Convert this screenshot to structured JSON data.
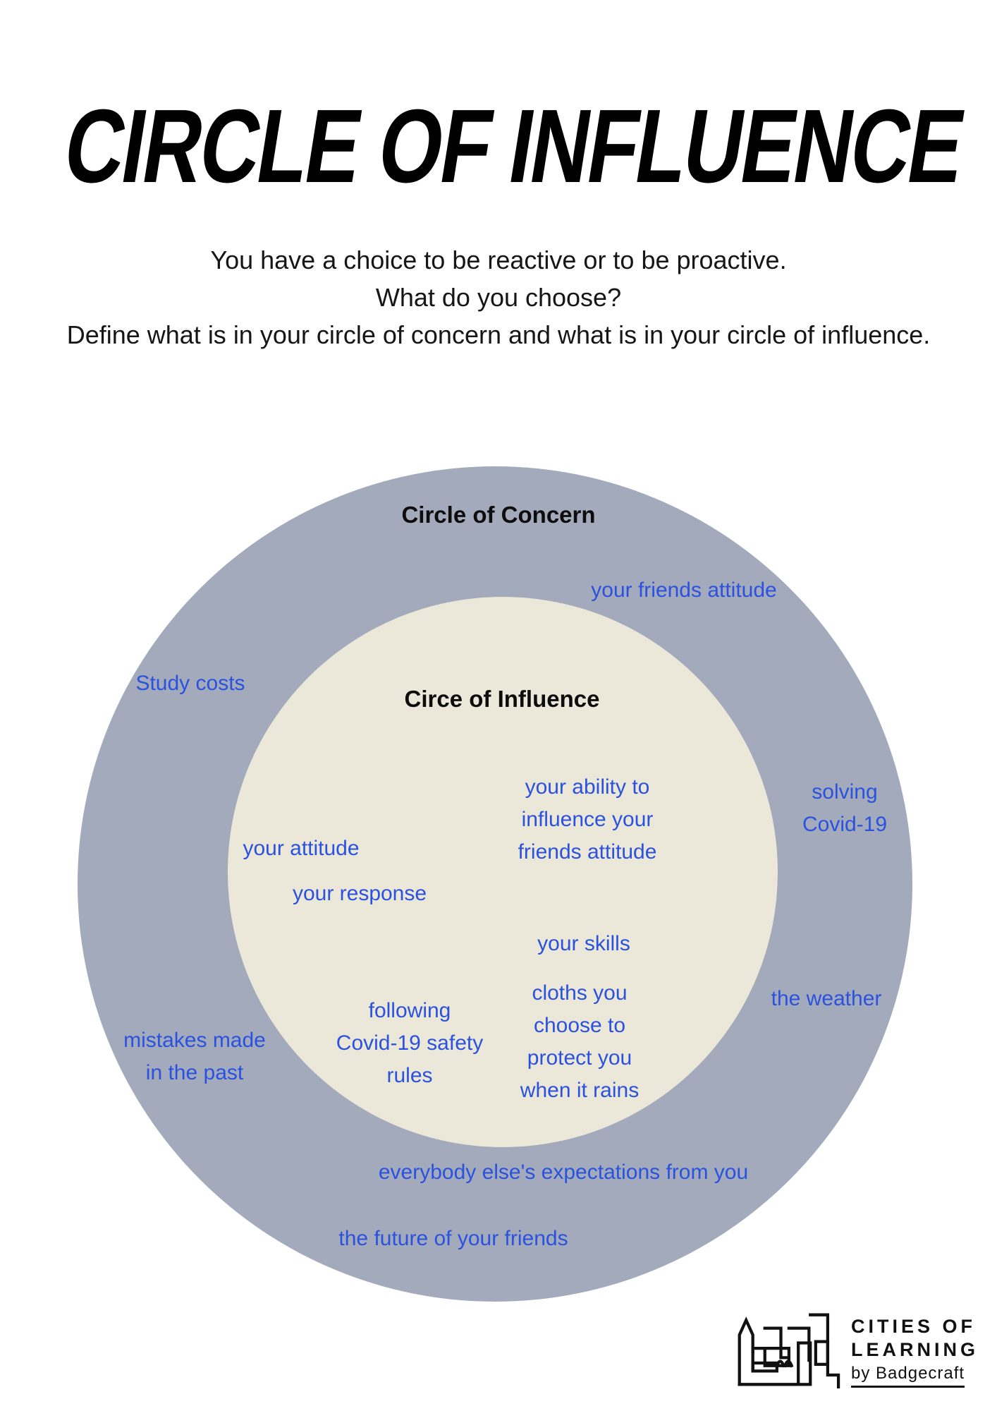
{
  "title": "CIRCLE OF INFLUENCE",
  "subtitle": {
    "line1": "You have a choice to be reactive or to be proactive.",
    "line2": "What do you choose?",
    "line3": "Define what is in your circle of concern and what is in your circle of influence."
  },
  "circle_of_concern": {
    "label": "Circle of Concern",
    "items": [
      "your friends attitude",
      "Study costs",
      "solving\nCovid-19",
      "the weather",
      "mistakes made\nin the past",
      "everybody else's expectations from you",
      "the future of your friends"
    ]
  },
  "circle_of_influence": {
    "label": "Circe of Influence",
    "items": [
      "your ability to\ninfluence your\nfriends attitude",
      "your attitude",
      "your response",
      "your skills",
      "cloths you\nchoose to\nprotect you\nwhen it rains",
      "following\nCovid-19 safety\nrules"
    ]
  },
  "logo": {
    "line1": "CITIES OF",
    "line2": "LEARNING",
    "line3": "by Badgecraft"
  },
  "colors": {
    "outer_circle": "#a3aabc",
    "inner_circle": "#ece8d9",
    "item_text": "#2a52de",
    "heading_text": "#0d0d0d",
    "background": "#ffffff"
  }
}
